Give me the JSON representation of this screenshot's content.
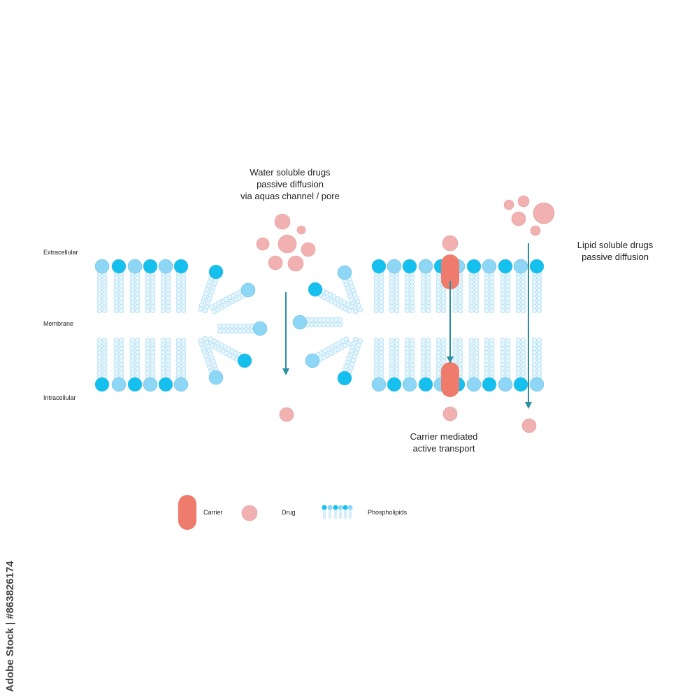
{
  "labels": {
    "extracellular": "Extracellular",
    "membrane": "Membrane",
    "intracellular": "Intracellular",
    "water_line1": "Water soluble drugs",
    "water_line2": "passive diffusion",
    "water_line3": "via aquas channel / pore",
    "lipid_line1": "Lipid soluble drugs",
    "lipid_line2": "passive diffusion",
    "carrier_line1": "Carrier mediated",
    "carrier_line2": "active transport"
  },
  "legend": {
    "carrier": "Carrier",
    "drug": "Drug",
    "phospholipids": "Phospholipids"
  },
  "watermark": "Adobe Stock | #863826174",
  "colors": {
    "head_dark": "#16c0ee",
    "head_light": "#8dd6f5",
    "tail_fill": "#e6f6fd",
    "tail_stroke": "#aeddf4",
    "drug": "#f2b1b1",
    "drug_stroke": "#e09a9a",
    "carrier": "#ee7b6c",
    "arrow": "#2a8fa3"
  }
}
